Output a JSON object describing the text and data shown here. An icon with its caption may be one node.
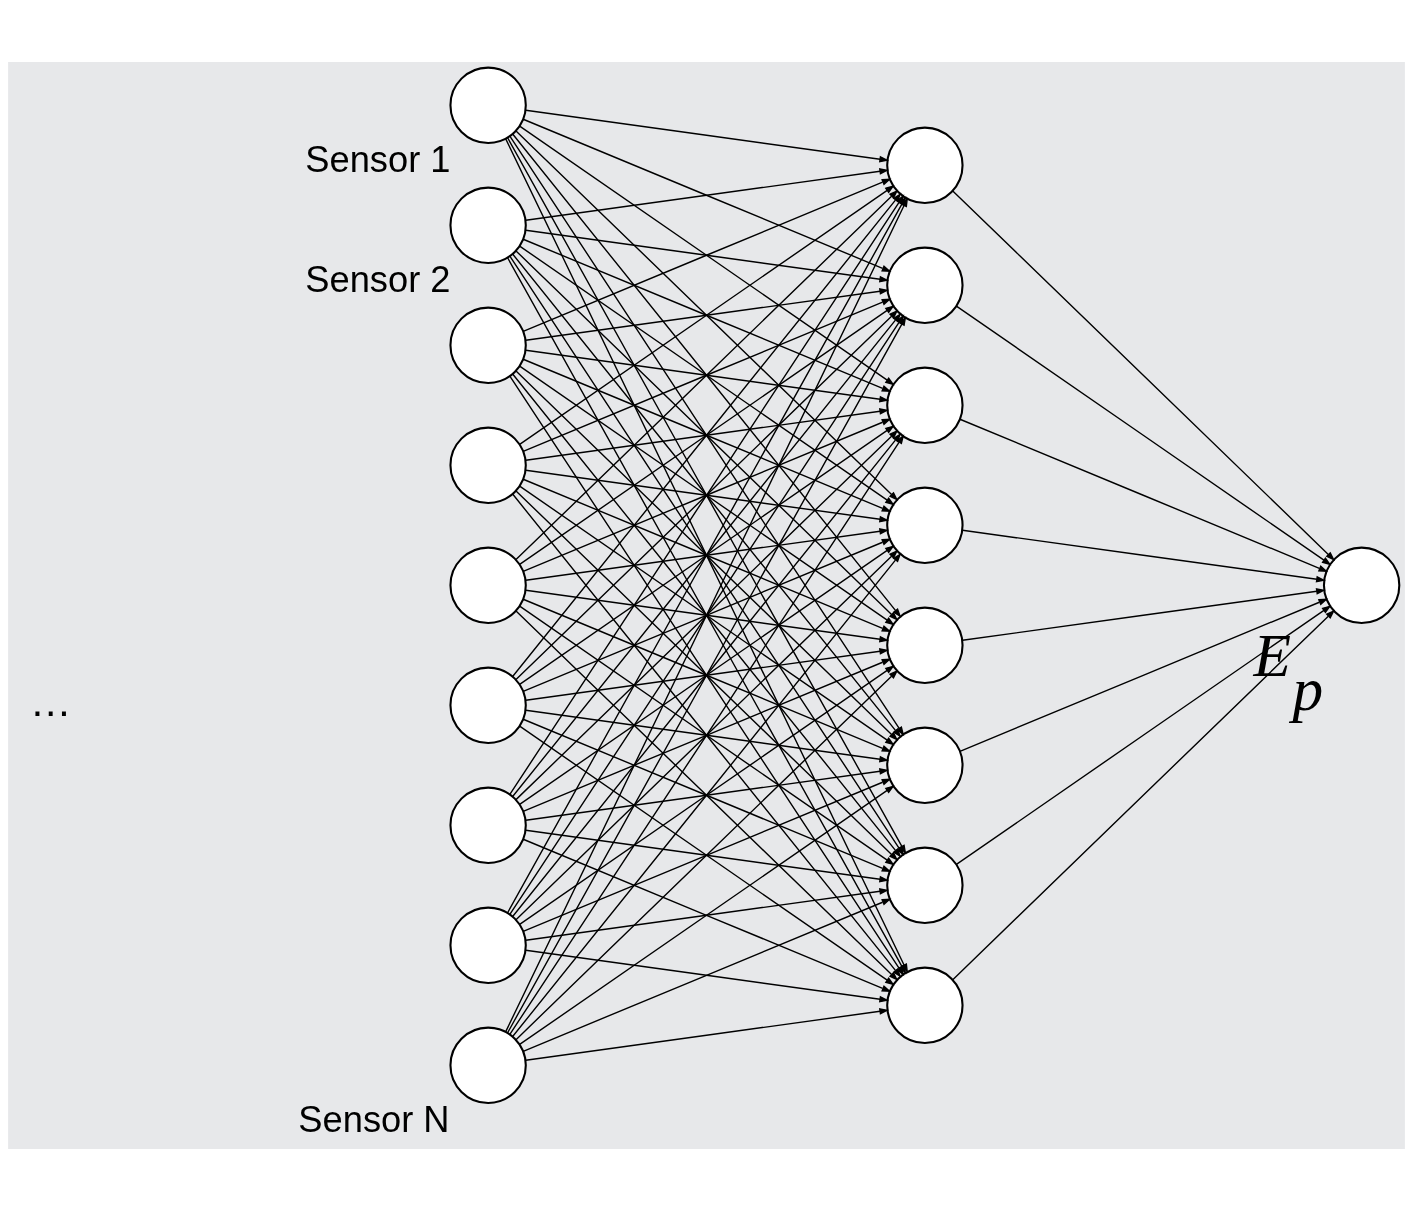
{
  "diagram": {
    "nodes": [
      {
        "text": [],
        "shape": "circle",
        "beside": [
          "Sensor 1"
        ]
      },
      {
        "text": [],
        "shape": "circle",
        "beside": [
          "Sensor 2"
        ]
      },
      {
        "text": [],
        "shape": "circle"
      },
      {
        "text": [],
        "shape": "circle"
      },
      {
        "text": [],
        "shape": "circle"
      },
      {
        "text": [],
        "shape": "circle"
      },
      {
        "text": [],
        "shape": "circle"
      },
      {
        "text": [],
        "shape": "circle"
      },
      {
        "text": [],
        "shape": "circle",
        "beside": [
          "Sensor N"
        ]
      },
      {
        "text": [],
        "shape": "circle"
      },
      {
        "text": [],
        "shape": "circle"
      },
      {
        "text": [],
        "shape": "circle"
      },
      {
        "text": [],
        "shape": "circle"
      },
      {
        "text": [],
        "shape": "circle"
      },
      {
        "text": [],
        "shape": "circle"
      },
      {
        "text": [],
        "shape": "circle"
      },
      {
        "text": [],
        "shape": "circle"
      },
      {
        "text": [],
        "shape": "circle",
        "beside": [
          "E$_{p}$"
        ]
      }
    ],
    "edges": [
      {
        "from": 0,
        "to": 9,
        "arrow": "to"
      },
      {
        "from": 0,
        "to": 10,
        "arrow": "to"
      },
      {
        "from": 0,
        "to": 11,
        "arrow": "to"
      },
      {
        "from": 0,
        "to": 12,
        "arrow": "to"
      },
      {
        "from": 0,
        "to": 13,
        "arrow": "to"
      },
      {
        "from": 0,
        "to": 14,
        "arrow": "to"
      },
      {
        "from": 0,
        "to": 15,
        "arrow": "to"
      },
      {
        "from": 0,
        "to": 16,
        "arrow": "to"
      },
      {
        "from": 1,
        "to": 9,
        "arrow": "to"
      },
      {
        "from": 1,
        "to": 10,
        "arrow": "to"
      },
      {
        "from": 1,
        "to": 11,
        "arrow": "to"
      },
      {
        "from": 1,
        "to": 12,
        "arrow": "to"
      },
      {
        "from": 1,
        "to": 13,
        "arrow": "to"
      },
      {
        "from": 1,
        "to": 14,
        "arrow": "to"
      },
      {
        "from": 1,
        "to": 15,
        "arrow": "to"
      },
      {
        "from": 1,
        "to": 16,
        "arrow": "to"
      },
      {
        "from": 2,
        "to": 9,
        "arrow": "to"
      },
      {
        "from": 2,
        "to": 10,
        "arrow": "to"
      },
      {
        "from": 2,
        "to": 11,
        "arrow": "to"
      },
      {
        "from": 2,
        "to": 12,
        "arrow": "to"
      },
      {
        "from": 2,
        "to": 13,
        "arrow": "to"
      },
      {
        "from": 2,
        "to": 14,
        "arrow": "to"
      },
      {
        "from": 2,
        "to": 15,
        "arrow": "to"
      },
      {
        "from": 2,
        "to": 16,
        "arrow": "to"
      },
      {
        "from": 3,
        "to": 9,
        "arrow": "to"
      },
      {
        "from": 3,
        "to": 10,
        "arrow": "to"
      },
      {
        "from": 3,
        "to": 11,
        "arrow": "to"
      },
      {
        "from": 3,
        "to": 12,
        "arrow": "to"
      },
      {
        "from": 3,
        "to": 13,
        "arrow": "to"
      },
      {
        "from": 3,
        "to": 14,
        "arrow": "to"
      },
      {
        "from": 3,
        "to": 15,
        "arrow": "to"
      },
      {
        "from": 3,
        "to": 16,
        "arrow": "to"
      },
      {
        "from": 4,
        "to": 9,
        "arrow": "to"
      },
      {
        "from": 4,
        "to": 10,
        "arrow": "to"
      },
      {
        "from": 4,
        "to": 11,
        "arrow": "to"
      },
      {
        "from": 4,
        "to": 12,
        "arrow": "to"
      },
      {
        "from": 4,
        "to": 13,
        "arrow": "to"
      },
      {
        "from": 4,
        "to": 14,
        "arrow": "to"
      },
      {
        "from": 4,
        "to": 15,
        "arrow": "to"
      },
      {
        "from": 4,
        "to": 16,
        "arrow": "to"
      },
      {
        "from": 5,
        "to": 9,
        "arrow": "to"
      },
      {
        "from": 5,
        "to": 10,
        "arrow": "to"
      },
      {
        "from": 5,
        "to": 11,
        "arrow": "to"
      },
      {
        "from": 5,
        "to": 12,
        "arrow": "to"
      },
      {
        "from": 5,
        "to": 13,
        "arrow": "to"
      },
      {
        "from": 5,
        "to": 14,
        "arrow": "to"
      },
      {
        "from": 5,
        "to": 15,
        "arrow": "to"
      },
      {
        "from": 5,
        "to": 16,
        "arrow": "to"
      },
      {
        "from": 6,
        "to": 9,
        "arrow": "to"
      },
      {
        "from": 6,
        "to": 10,
        "arrow": "to"
      },
      {
        "from": 6,
        "to": 11,
        "arrow": "to"
      },
      {
        "from": 6,
        "to": 12,
        "arrow": "to"
      },
      {
        "from": 6,
        "to": 13,
        "arrow": "to"
      },
      {
        "from": 6,
        "to": 14,
        "arrow": "to"
      },
      {
        "from": 6,
        "to": 15,
        "arrow": "to"
      },
      {
        "from": 6,
        "to": 16,
        "arrow": "to"
      },
      {
        "from": 7,
        "to": 9,
        "arrow": "to"
      },
      {
        "from": 7,
        "to": 10,
        "arrow": "to"
      },
      {
        "from": 7,
        "to": 11,
        "arrow": "to"
      },
      {
        "from": 7,
        "to": 12,
        "arrow": "to"
      },
      {
        "from": 7,
        "to": 13,
        "arrow": "to"
      },
      {
        "from": 7,
        "to": 14,
        "arrow": "to"
      },
      {
        "from": 7,
        "to": 15,
        "arrow": "to"
      },
      {
        "from": 7,
        "to": 16,
        "arrow": "to"
      },
      {
        "from": 8,
        "to": 9,
        "arrow": "to"
      },
      {
        "from": 8,
        "to": 10,
        "arrow": "to"
      },
      {
        "from": 8,
        "to": 11,
        "arrow": "to"
      },
      {
        "from": 8,
        "to": 12,
        "arrow": "to"
      },
      {
        "from": 8,
        "to": 13,
        "arrow": "to"
      },
      {
        "from": 8,
        "to": 14,
        "arrow": "to"
      },
      {
        "from": 8,
        "to": 15,
        "arrow": "to"
      },
      {
        "from": 8,
        "to": 16,
        "arrow": "to"
      },
      {
        "from": 9,
        "to": 17,
        "arrow": "to"
      },
      {
        "from": 10,
        "to": 17,
        "arrow": "to"
      },
      {
        "from": 11,
        "to": 17,
        "arrow": "to"
      },
      {
        "from": 12,
        "to": 17,
        "arrow": "to"
      },
      {
        "from": 13,
        "to": 17,
        "arrow": "to"
      },
      {
        "from": 14,
        "to": 17,
        "arrow": "to"
      },
      {
        "from": 15,
        "to": 17,
        "arrow": "to"
      },
      {
        "from": 16,
        "to": 17,
        "arrow": "to"
      }
    ],
    "labels": [
      "…"
    ]
  }
}
